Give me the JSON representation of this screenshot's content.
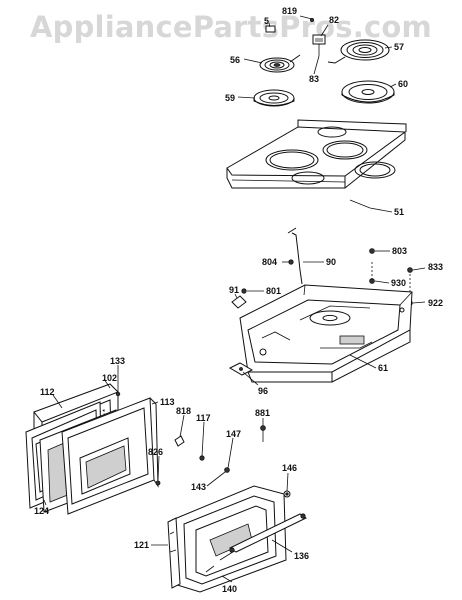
{
  "watermark": "AppliancePartsPros.com",
  "labels": {
    "l819": "819",
    "l82": "82",
    "l5": "5",
    "l56": "56",
    "l57": "57",
    "l83": "83",
    "l59": "59",
    "l60": "60",
    "l51": "51",
    "l804": "804",
    "l90": "90",
    "l803": "803",
    "l833": "833",
    "l930": "930",
    "l922": "922",
    "l91": "91",
    "l801": "801",
    "l61": "61",
    "l96": "96",
    "l133": "133",
    "l102": "102",
    "l112": "112",
    "l113": "113",
    "l818": "818",
    "l117": "117",
    "l881": "881",
    "l147": "147",
    "l826": "826",
    "l146": "146",
    "l143": "143",
    "l124": "124",
    "l121": "121",
    "l136": "136",
    "l140": "140"
  }
}
